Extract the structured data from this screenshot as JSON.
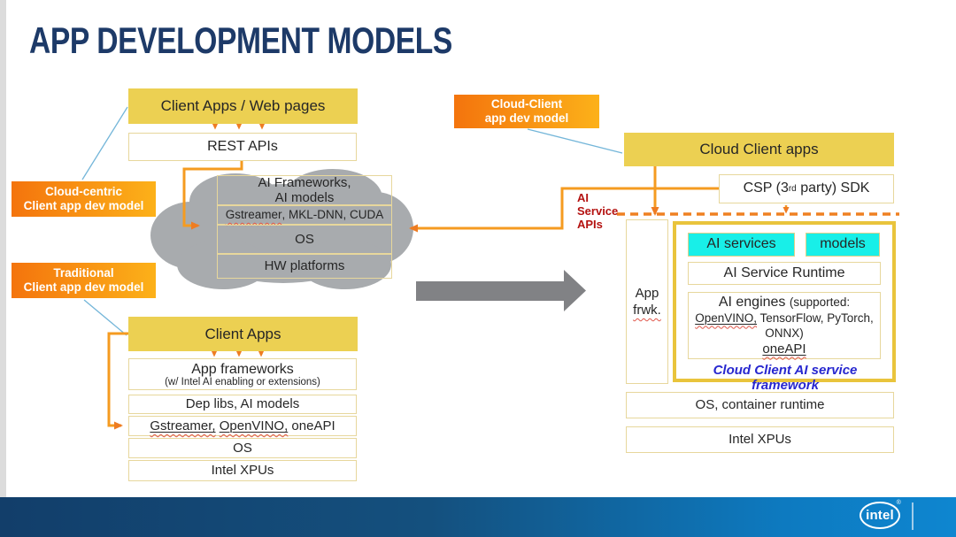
{
  "slide": {
    "title": "APP DEVELOPMENT MODELS"
  },
  "badges": {
    "cloud_centric": {
      "line1": "Cloud-centric",
      "line2": "Client app dev model"
    },
    "traditional": {
      "line1": "Traditional",
      "line2": "Client app dev model"
    },
    "cloud_client": {
      "line1": "Cloud-Client",
      "line2": "app dev model"
    }
  },
  "web_stack": {
    "client_apps_web_pages": "Client Apps / Web pages",
    "rest_apis": "REST APIs"
  },
  "cloud_stack": {
    "ai_frameworks_line1": "AI Frameworks,",
    "ai_frameworks_line2": "AI models",
    "middleware": {
      "gstreamer": "Gstreamer",
      "rest": ", MKL-DNN, CUDA"
    },
    "os": "OS",
    "hw_platforms": "HW platforms"
  },
  "client_stack": {
    "client_apps": "Client Apps",
    "app_frameworks": "App frameworks",
    "app_frameworks_note": "(w/ Intel AI enabling or extensions)",
    "dep_libs": "Dep libs, AI models",
    "middleware": {
      "gstreamer": "Gstreamer,",
      "gap": " ",
      "openvino": "OpenVINO,",
      "oneapi": " oneAPI"
    },
    "os": "OS",
    "intel_xpus": "Intel XPUs"
  },
  "cloud_client_stack": {
    "cloud_client_apps": "Cloud Client apps",
    "csp_sdk": {
      "pre": "CSP (3",
      "sup": "rd",
      "post": " party) SDK"
    },
    "ai_service_apis": {
      "line1": "AI",
      "line2": "Service",
      "line3": "APIs"
    },
    "app_frwk": {
      "line1": "App",
      "line2": "frwk."
    },
    "framework_box": {
      "ai_services": "AI services",
      "models": "models",
      "ai_service_runtime": "AI Service Runtime",
      "ai_engines": {
        "heading": "AI engines ",
        "heading_note": "(supported:",
        "openvino": "OpenVINO,",
        "engines_rest": " TensorFlow, PyTorch,",
        "line3": "ONNX)",
        "oneapi": "oneAPI"
      },
      "caption": "Cloud Client AI service framework"
    },
    "os_container_runtime": "OS, container runtime",
    "intel_xpus": "Intel XPUs"
  },
  "footer": {
    "brand": "intel",
    "registered": "®"
  },
  "colors": {
    "title_navy": "#1d3a68",
    "accent_gold": "#ecd052",
    "framed_box_border": "#e9c43c",
    "thin_border": "#e7d79c",
    "badge_gradient_start": "#f4740d",
    "badge_gradient_end": "#fcb119",
    "connector_orange": "#f59b20",
    "arrowhead_orange": "#ee7c22",
    "dashed_orange": "#ef8022",
    "cyan": "#18efe8",
    "red_label": "#b41210",
    "caption_blue": "#2727cf",
    "cloud_gray": "#a8abae",
    "big_arrow_gray": "#818285",
    "footer_blue_dark": "#123e6a",
    "footer_blue_light": "#0e86d0",
    "link_line_blue": "#74b6d9"
  }
}
